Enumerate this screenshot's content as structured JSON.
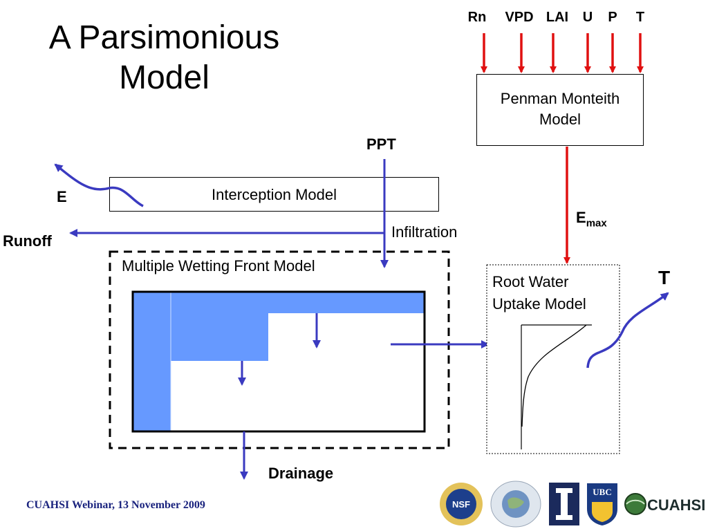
{
  "title": {
    "line1": "A Parsimonious",
    "line2": "Model"
  },
  "inputs": [
    "Rn",
    "VPD",
    "LAI",
    "U",
    "P",
    "T"
  ],
  "penman": {
    "line1": "Penman Monteith",
    "line2": "Model"
  },
  "emax": {
    "main": "E",
    "sub": "max"
  },
  "ppt_label": "PPT",
  "interception_label": "Interception Model",
  "evap_label": "E",
  "runoff_label": "Runoff",
  "infiltration_label": "Infiltration",
  "mwf_label": "Multiple Wetting Front Model",
  "root": {
    "line1": "Root Water",
    "line2": "Uptake Model"
  },
  "transpiration_label": "T",
  "drainage_label": "Drainage",
  "footer": "CUAHSI Webinar, 13 November 2009",
  "logos": {
    "nsf": "NSF",
    "ubc": "UBC",
    "cuahsi": "CUAHSI"
  },
  "colors": {
    "red_arrow": "#e01010",
    "blue_arrow": "#3a3ac0",
    "water_fill": "#6699ff"
  }
}
